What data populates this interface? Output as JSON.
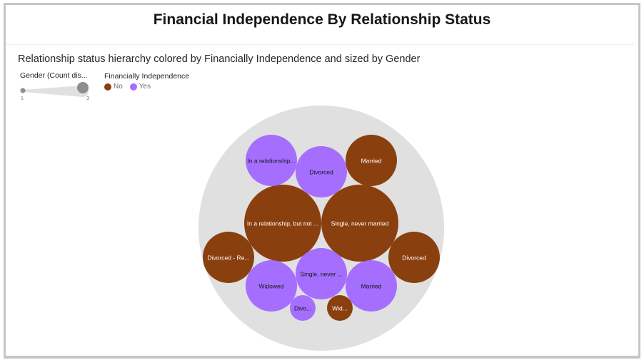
{
  "title": "Financial Independence By Relationship Status",
  "subtitle": "Relationship status hierarchy colored by Financially Independence and sized by Gender",
  "legend": {
    "size_title": "Gender (Count dis...",
    "size_min": "1",
    "size_max": "3",
    "color_title": "Financially Independence",
    "items": [
      {
        "label": "No",
        "color": "#8a3f0f"
      },
      {
        "label": "Yes",
        "color": "#a56eff"
      }
    ]
  },
  "colors": {
    "no": "#8a3f0f",
    "yes": "#a56eff",
    "container": "#e0e0e0",
    "frame": "#c6c6c6"
  },
  "chart_data": {
    "type": "circle-packing",
    "title": "Financial Independence By Relationship Status",
    "subtitle": "Relationship status hierarchy colored by Financially Independence and sized by Gender",
    "size_measure": "Gender (Count distinct)",
    "color_measure": "Financially Independence",
    "nodes": [
      {
        "label": "In a relationship, but not ...",
        "financially_independent": "No",
        "gender_count": 3
      },
      {
        "label": "Single, never married",
        "financially_independent": "No",
        "gender_count": 3
      },
      {
        "label": "In a relationship...",
        "financially_independent": "Yes",
        "gender_count": 2
      },
      {
        "label": "Divorced",
        "financially_independent": "Yes",
        "gender_count": 2
      },
      {
        "label": "Married",
        "financially_independent": "No",
        "gender_count": 2
      },
      {
        "label": "Divorced - Re...",
        "financially_independent": "No",
        "gender_count": 2
      },
      {
        "label": "Divorced",
        "financially_independent": "No",
        "gender_count": 2
      },
      {
        "label": "Widowed",
        "financially_independent": "Yes",
        "gender_count": 2
      },
      {
        "label": "Single, never ...",
        "financially_independent": "Yes",
        "gender_count": 2
      },
      {
        "label": "Married",
        "financially_independent": "Yes",
        "gender_count": 2
      },
      {
        "label": "Divo...",
        "financially_independent": "Yes",
        "gender_count": 1
      },
      {
        "label": "Wid...",
        "financially_independent": "No",
        "gender_count": 1
      }
    ]
  }
}
